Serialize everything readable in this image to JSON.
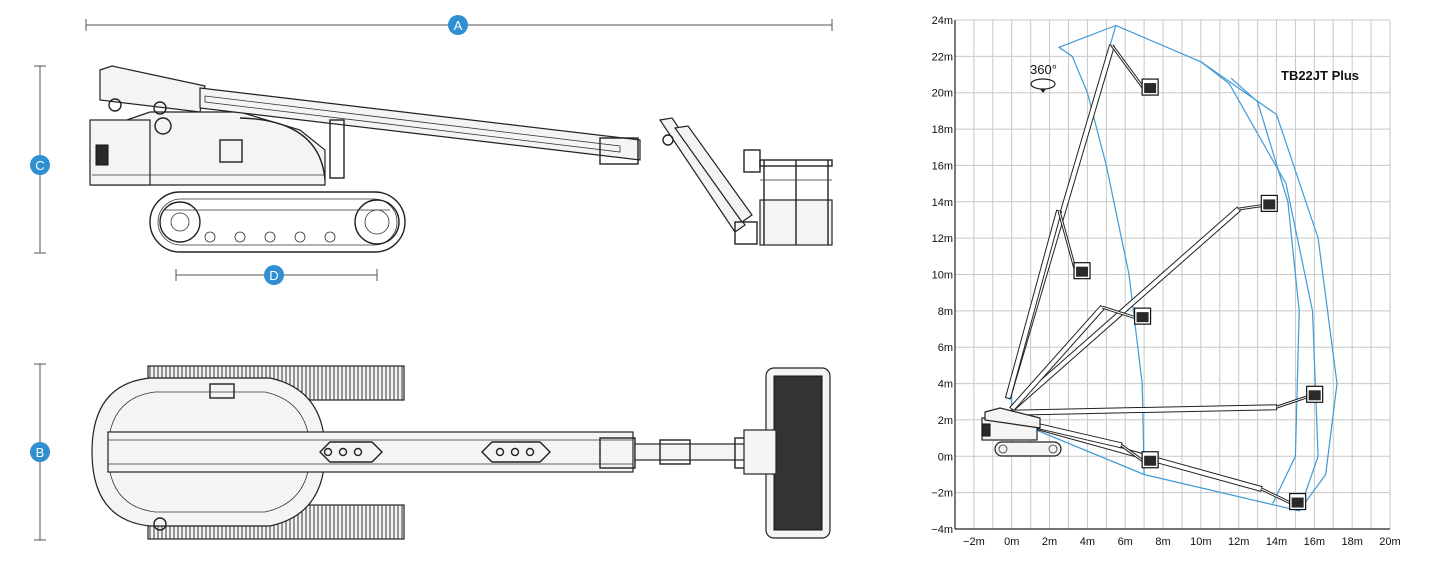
{
  "dimension_labels": {
    "a": "A",
    "b": "B",
    "c": "C",
    "d": "D"
  },
  "colors": {
    "badge": "#2f8fd0",
    "envelope": "#3f9ad6",
    "grid": "#c8c8c8"
  },
  "chart_data": {
    "type": "diagram",
    "title": "TB22JT Plus",
    "rotation_label": "360°",
    "x_ticks": [
      "-2m",
      "0m",
      "2m",
      "4m",
      "6m",
      "8m",
      "10m",
      "12m",
      "14m",
      "16m",
      "18m",
      "20m"
    ],
    "y_ticks": [
      "-4m",
      "-2m",
      "0m",
      "2m",
      "4m",
      "6m",
      "8m",
      "10m",
      "12m",
      "14m",
      "16m",
      "18m",
      "20m",
      "22m",
      "24m"
    ],
    "xlim": [
      -3,
      20
    ],
    "ylim": [
      -4,
      24
    ],
    "envelope_outer": [
      [
        0,
        3.5
      ],
      [
        5.5,
        23.7
      ],
      [
        10,
        21.7
      ],
      [
        14,
        18.8
      ],
      [
        16.2,
        12
      ],
      [
        17.2,
        4
      ],
      [
        16.6,
        -1
      ],
      [
        15.2,
        -3
      ],
      [
        7,
        -1
      ],
      [
        0,
        2
      ]
    ],
    "envelope_inner_curves": [
      [
        [
          10,
          21.7
        ],
        [
          11.5,
          20.5
        ],
        [
          14.5,
          15
        ],
        [
          15.9,
          8
        ],
        [
          16.2,
          0
        ],
        [
          15.2,
          -3
        ]
      ],
      [
        [
          11.6,
          20.8
        ],
        [
          13.0,
          19.5
        ],
        [
          14.6,
          14
        ],
        [
          15.2,
          8
        ],
        [
          15.0,
          0
        ],
        [
          13.8,
          -2.6
        ]
      ],
      [
        [
          7,
          -1
        ],
        [
          6.9,
          4
        ],
        [
          6.2,
          10
        ],
        [
          5.0,
          16
        ],
        [
          4.0,
          20
        ],
        [
          3.2,
          22
        ],
        [
          2.5,
          22.5
        ],
        [
          5.5,
          23.7
        ]
      ]
    ],
    "booms": [
      {
        "base": [
          -0.2,
          3.2
        ],
        "joint": [
          5.3,
          22.6
        ],
        "tip": [
          7.0,
          20.2
        ]
      },
      {
        "base": [
          -0.2,
          3.2
        ],
        "joint": [
          2.5,
          13.5
        ],
        "tip": [
          3.4,
          10.1
        ]
      },
      {
        "base": [
          0.0,
          2.6
        ],
        "joint": [
          12.0,
          13.6
        ],
        "tip": [
          13.3,
          13.8
        ]
      },
      {
        "base": [
          0.0,
          2.6
        ],
        "joint": [
          4.8,
          8.2
        ],
        "tip": [
          6.6,
          7.6
        ]
      },
      {
        "base": [
          0.0,
          2.4
        ],
        "joint": [
          14.0,
          2.7
        ],
        "tip": [
          15.7,
          3.3
        ]
      },
      {
        "base": [
          0.0,
          2.0
        ],
        "joint": [
          13.2,
          -1.8
        ],
        "tip": [
          14.8,
          -2.6
        ]
      },
      {
        "base": [
          0.0,
          2.0
        ],
        "joint": [
          5.8,
          0.6
        ],
        "tip": [
          7.0,
          -0.3
        ]
      }
    ]
  }
}
